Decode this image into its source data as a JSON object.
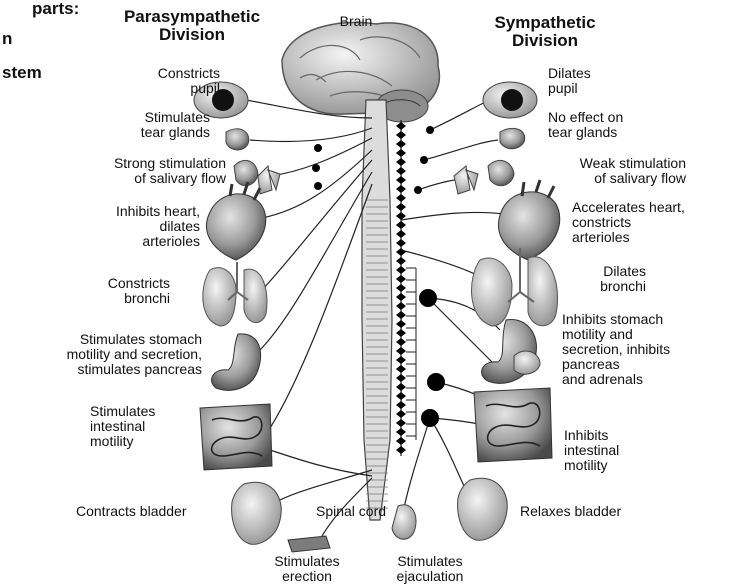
{
  "corner_fragments": {
    "line1": "parts:",
    "line2": "n",
    "line3": "stem"
  },
  "headers": {
    "para": "Parasympathetic\nDivision",
    "brain": "Brain",
    "symp": "Sympathetic\nDivision"
  },
  "para_effects": {
    "pupil": "Constricts\npupil",
    "tear": "Stimulates\ntear glands",
    "saliva": "Strong stimulation\nof salivary flow",
    "heart": "Inhibits heart,\ndilates\narterioles",
    "bronchi": "Constricts\nbronchi",
    "stomach": "Stimulates stomach\nmotility and secretion,\nstimulates pancreas",
    "intestine": "Stimulates\nintestinal\nmotility",
    "bladder": "Contracts bladder",
    "erection": "Stimulates\nerection"
  },
  "symp_effects": {
    "pupil": "Dilates\npupil",
    "tear": "No effect on\ntear glands",
    "saliva": "Weak stimulation\nof salivary flow",
    "heart": "Accelerates heart,\nconstricts\narterioles",
    "bronchi": "Dilates\nbronchi",
    "stomach": "Inhibits stomach\nmotility and\nsecretion, inhibits\npancreas\nand adrenals",
    "intestine": "Inhibits\nintestinal\nmotility",
    "bladder": "Relaxes bladder",
    "ejaculation": "Stimulates\nejaculation"
  },
  "spinal_cord_label": "Spinal cord",
  "colors": {
    "ink": "#111111",
    "organ": "#9a9a9a",
    "organ_dark": "#555555",
    "nerve": "#222222"
  },
  "icons": [
    "eye-icon",
    "tear-gland-icon",
    "salivary-gland-icon",
    "heart-icon",
    "lung-icon",
    "stomach-icon",
    "intestine-icon",
    "bladder-icon",
    "brain-icon",
    "spinal-cord-icon",
    "ganglion-icon"
  ]
}
